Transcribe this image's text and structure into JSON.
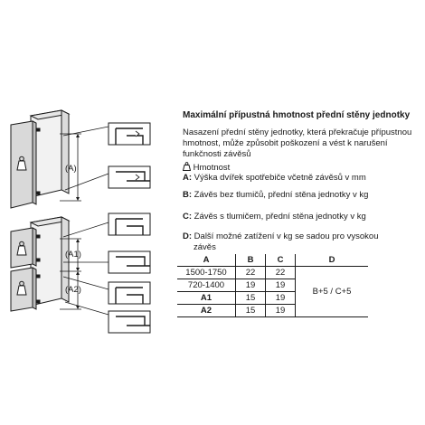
{
  "diagram": {
    "dim_A": "(A)",
    "dim_A1": "(A1)",
    "dim_A2": "(A2)"
  },
  "info": {
    "title": "Maximální přípustná hmotnost přední stěny jednotky",
    "description": "Nasazení přední stěny jednotky, která překračuje přípustnou hmotnost, může způsobit poškození a vést k narušení funkčnosti závěsů",
    "legend": [
      {
        "key": "",
        "icon": "weight-icon",
        "text": "Hmotnost"
      },
      {
        "key": "A:",
        "text": "Výška dvířek spotřebiče včetně závěsů v mm"
      },
      {
        "key": "B:",
        "text": "Závěs bez tlumičů, přední stěna jednotky v kg"
      },
      {
        "key": "C:",
        "text": "Závěs s tlumičem, přední stěna jednotky v kg"
      },
      {
        "key": "D:",
        "text": "Další možné zatížení v kg se sadou pro vysokou závěs",
        "text_line1": "Další možné zatížení v kg se sadou pro vysokou",
        "text_line2": "závěs"
      }
    ]
  },
  "table": {
    "headers": [
      "A",
      "B",
      "C",
      "D"
    ],
    "rows": [
      {
        "a": "1500-1750",
        "b": "22",
        "c": "22"
      },
      {
        "a": "720-1400",
        "b": "19",
        "c": "19"
      },
      {
        "a": "A1",
        "b": "15",
        "c": "19"
      },
      {
        "a": "A2",
        "b": "15",
        "c": "19"
      }
    ],
    "d_value": "B+5 / C+5"
  }
}
